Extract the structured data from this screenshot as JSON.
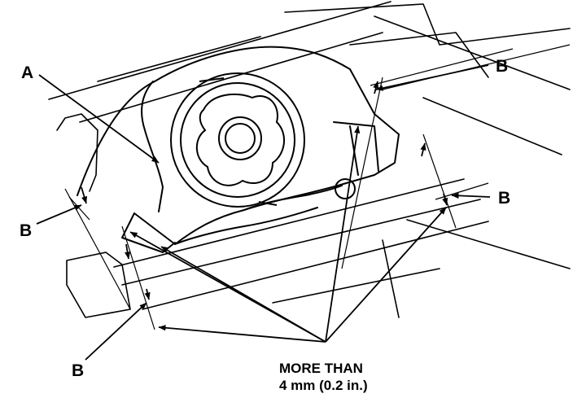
{
  "figure": {
    "callouts": {
      "part_a": "A",
      "b_top_right": "B",
      "b_right": "B",
      "b_left": "B",
      "b_bottom_left": "B"
    },
    "note": {
      "line1": "MORE THAN",
      "line2": "4 mm (0.2 in.)"
    },
    "colors": {
      "ink": "#000000",
      "paper": "#ffffff"
    }
  }
}
